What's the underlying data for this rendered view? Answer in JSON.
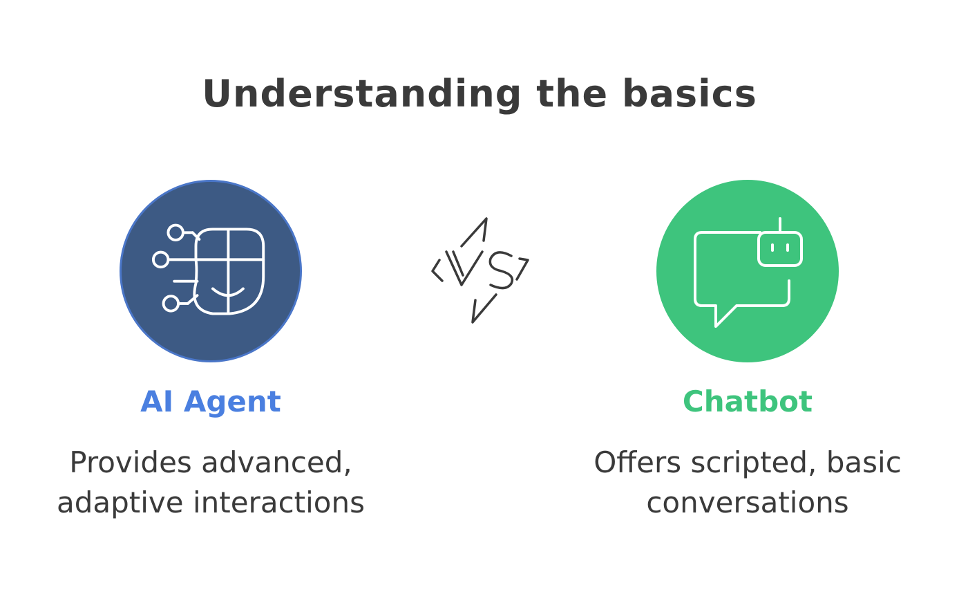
{
  "title": "Understanding the basics",
  "vs_label": "VS",
  "left": {
    "heading": "AI Agent",
    "description_lines": [
      "Provides advanced,",
      "adaptive interactions"
    ],
    "icon": "ai-face-circuit-icon",
    "circle_color": "#3d5a84",
    "accent_color": "#4a7fe0"
  },
  "right": {
    "heading": "Chatbot",
    "description_lines": [
      "Offers scripted, basic",
      "conversations"
    ],
    "icon": "chat-robot-icon",
    "circle_color": "#3ec47d",
    "accent_color": "#3ec47d"
  },
  "text_color": "#3a3a3a"
}
